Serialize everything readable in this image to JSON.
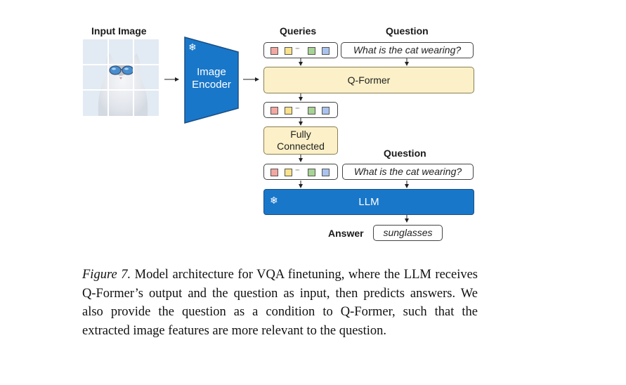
{
  "input_image": {
    "label": "Input Image"
  },
  "image_encoder": {
    "label": "Image\nEncoder",
    "frozen_icon": "snowflake-icon"
  },
  "queries": {
    "label": "Queries",
    "dots": "···"
  },
  "question_top": {
    "label": "Question",
    "text": "What is the cat wearing?"
  },
  "qformer": {
    "label": "Q-Former"
  },
  "fully_connected": {
    "label": "Fully\nConnected"
  },
  "question_bottom": {
    "label": "Question",
    "text": "What is the cat wearing?"
  },
  "llm": {
    "label": "LLM",
    "frozen_icon": "snowflake-icon"
  },
  "answer": {
    "label": "Answer",
    "text": "sunglasses"
  },
  "caption": {
    "figure_label": "Figure 7.",
    "text": " Model architecture for VQA finetuning, where the LLM receives Q-Former’s output and the question as input, then predicts answers. We also provide the question as a condition to Q-Former, such that the extracted image features are more relevant to the question."
  },
  "colors": {
    "query_red": "#f2a7a0",
    "query_yellow": "#fbe28c",
    "query_green": "#a7d395",
    "query_blue": "#a9c3ee",
    "encoder_blue": "#1977c9",
    "qformer_cream": "#fbf0c7"
  }
}
